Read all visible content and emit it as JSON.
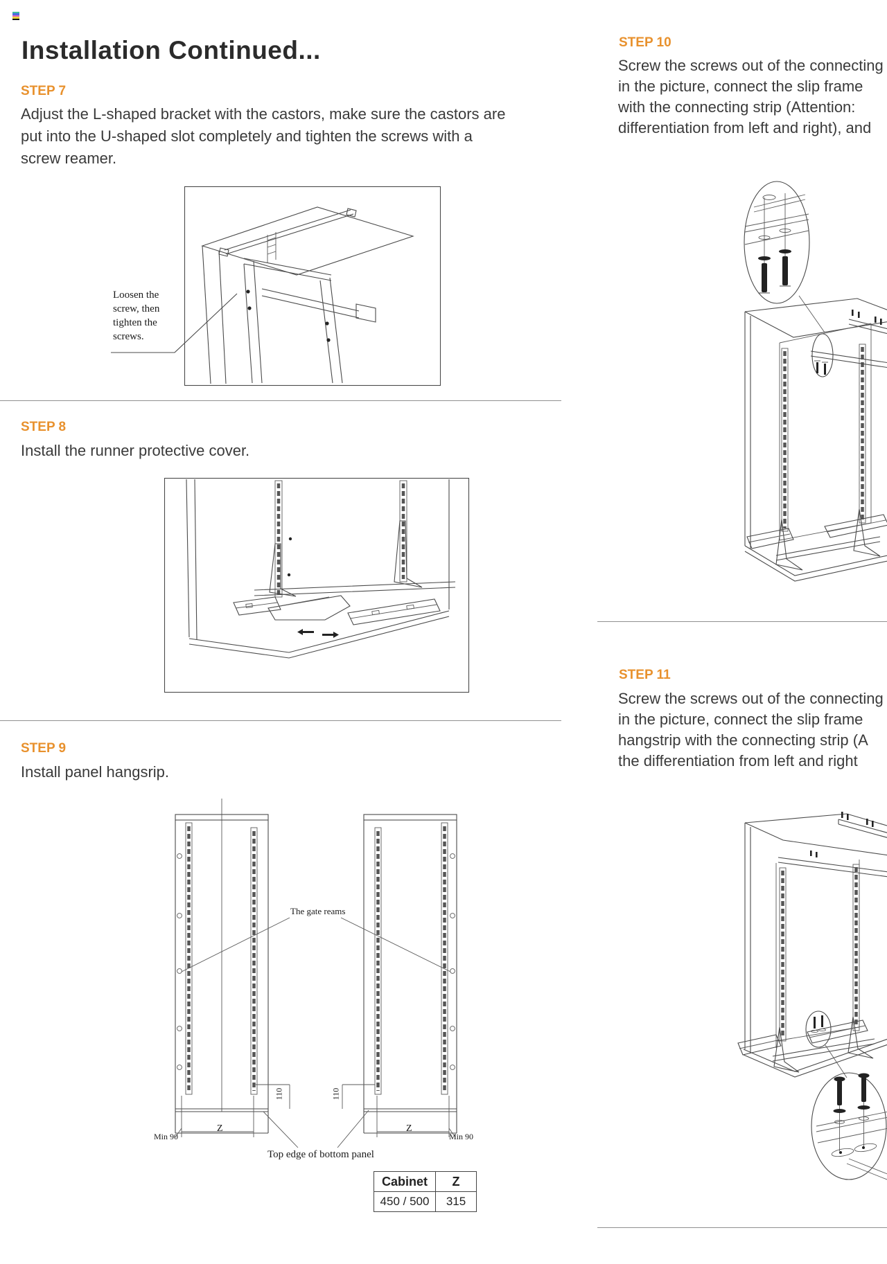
{
  "page": {
    "title": "Installation Continued..."
  },
  "colors": {
    "accent": "#e8912d",
    "body_text": "#3a3a3a",
    "line_art": "#4a4a4a",
    "registration_stripes": [
      "#3fbf9f",
      "#4a6de0",
      "#d964c0",
      "#e8d23e",
      "#141414"
    ]
  },
  "steps": {
    "step7": {
      "heading": "STEP 7",
      "lines": [
        "Adjust the L-shaped bracket with the castors, make sure the castors are",
        "put into the U-shaped slot completely and tighten the screws with a",
        "screw reamer."
      ]
    },
    "step8": {
      "heading": "STEP 8",
      "lines": [
        "Install the runner protective cover."
      ]
    },
    "step9": {
      "heading": "STEP 9",
      "lines": [
        "Install panel hangsrip."
      ]
    },
    "step10": {
      "heading": "STEP 10",
      "lines": [
        "Screw the screws out of the connecting",
        "in the picture, connect the slip frame",
        "with the connecting strip (Attention:",
        "differentiation from left and right), and"
      ]
    },
    "step11": {
      "heading": "STEP 11",
      "lines": [
        "Screw the screws out of the connecting",
        "in the picture, connect the slip frame",
        "hangstrip with the connecting strip (A",
        "the differentiation from left and right"
      ]
    }
  },
  "diagram_step7": {
    "callout_lines": [
      "Loosen the",
      "screw, then",
      "tighten the",
      "screws."
    ]
  },
  "diagram_step9": {
    "gate_reams_label": "The gate reams",
    "dim_110_left": "110",
    "dim_110_right": "110",
    "dim_z_left": "Z",
    "dim_z_right": "Z",
    "min90_left": "Min 90",
    "min90_right": "Min 90",
    "bottom_edge_label": "Top edge of bottom panel",
    "table": {
      "headers": [
        "Cabinet",
        "Z"
      ],
      "rows": [
        [
          "450 / 500",
          "315"
        ]
      ]
    }
  }
}
